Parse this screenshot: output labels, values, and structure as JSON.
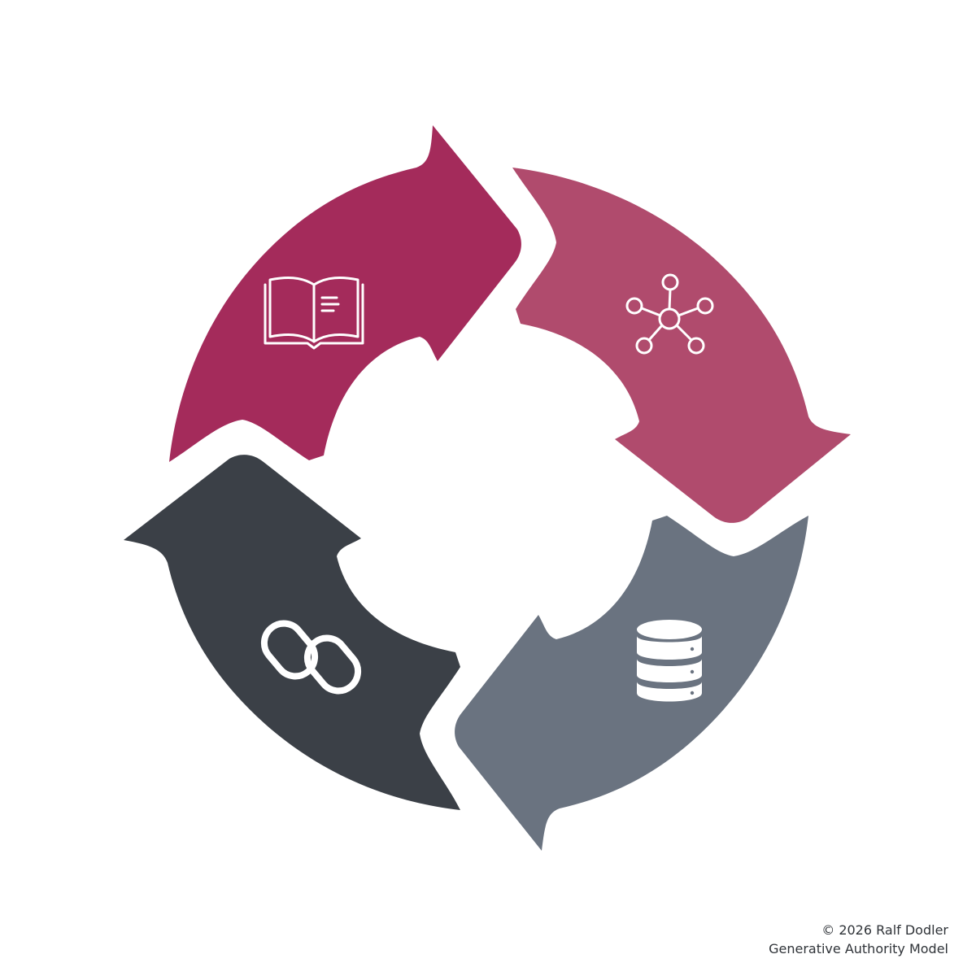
{
  "diagram": {
    "type": "circular-cycle",
    "direction": "clockwise",
    "segments": [
      {
        "id": "knowledge",
        "icon": "open-book-icon",
        "color": "#a42b5b"
      },
      {
        "id": "network",
        "icon": "network-hub-icon",
        "color": "#b04b6d"
      },
      {
        "id": "data",
        "icon": "database-icon",
        "color": "#6a7380"
      },
      {
        "id": "links",
        "icon": "chain-link-icon",
        "color": "#3b4047"
      }
    ],
    "icon_color": "#ffffff"
  },
  "footer": {
    "copyright": "© 2026 Ralf Dodler",
    "model_name": "Generative Authority Model"
  }
}
